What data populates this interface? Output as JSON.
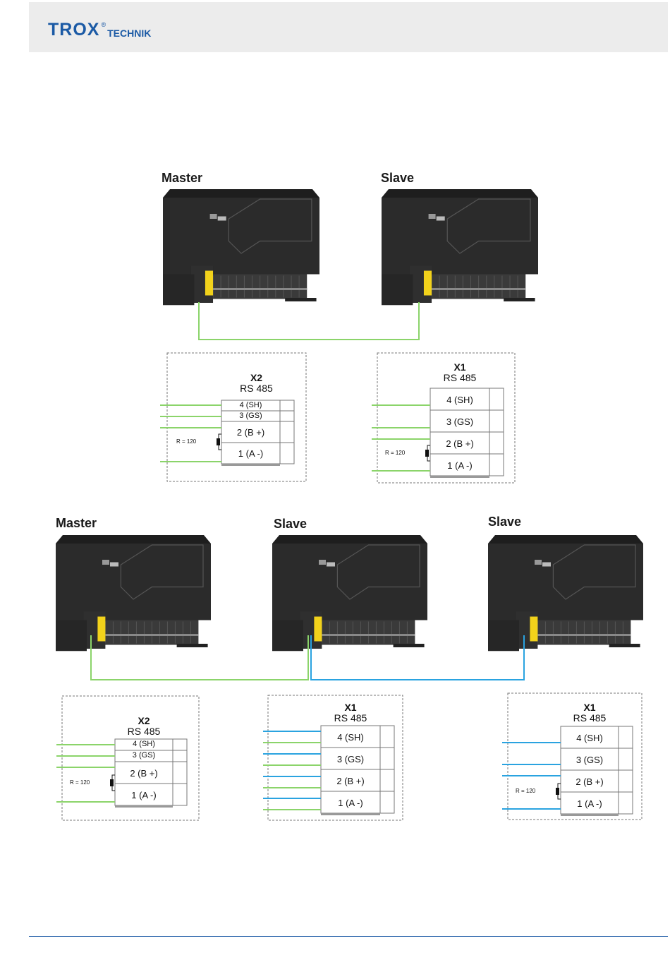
{
  "header": {
    "logo_main": "TROX",
    "logo_reg": "®",
    "logo_sub": "TECHNIK"
  },
  "colors": {
    "green_wire": "#8bd46a",
    "blue_wire": "#2aa3e0",
    "header_bg": "#ececec",
    "brand_blue": "#1b5aa5",
    "unit_body": "#2b2b2b"
  },
  "diagram_top": {
    "units": [
      {
        "label": "Master"
      },
      {
        "label": "Slave"
      }
    ],
    "terminals": [
      {
        "id": "X2",
        "protocol": "RS 485",
        "rows": [
          "4 (SH)",
          "3 (GS)",
          "2 (B +)",
          "1 (A -)"
        ],
        "resistor": "R = 120"
      },
      {
        "id": "X1",
        "protocol": "RS 485",
        "rows": [
          "4 (SH)",
          "3 (GS)",
          "2 (B +)",
          "1 (A -)"
        ],
        "resistor": "R = 120"
      }
    ]
  },
  "diagram_bottom": {
    "units": [
      {
        "label": "Master"
      },
      {
        "label": "Slave"
      },
      {
        "label": "Slave"
      }
    ],
    "terminals": [
      {
        "id": "X2",
        "protocol": "RS 485",
        "rows": [
          "4 (SH)",
          "3 (GS)",
          "2 (B +)",
          "1 (A -)"
        ],
        "resistor": "R = 120"
      },
      {
        "id": "X1",
        "protocol": "RS 485",
        "rows": [
          "4 (SH)",
          "3 (GS)",
          "2 (B +)",
          "1 (A -)"
        ]
      },
      {
        "id": "X1",
        "protocol": "RS 485",
        "rows": [
          "4 (SH)",
          "3 (GS)",
          "2 (B +)",
          "1 (A -)"
        ],
        "resistor": "R = 120"
      }
    ]
  }
}
